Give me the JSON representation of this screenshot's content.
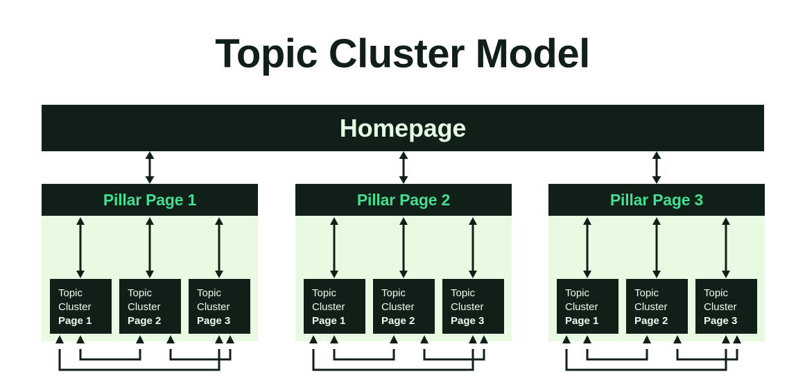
{
  "title": "Topic Cluster Model",
  "colors": {
    "dark": "#101f18",
    "panel_green": "#e8fbe2",
    "accent_green": "#45dd91",
    "light_text": "#eefaee",
    "page_bg": "#ffffff"
  },
  "homepage": {
    "label": "Homepage"
  },
  "clusters": [
    {
      "pillar_label": "Pillar Page 1",
      "topics": [
        {
          "line1": "Topic",
          "line2": "Cluster",
          "page": "Page 1"
        },
        {
          "line1": "Topic",
          "line2": "Cluster",
          "page": "Page 2"
        },
        {
          "line1": "Topic",
          "line2": "Cluster",
          "page": "Page 3"
        }
      ]
    },
    {
      "pillar_label": "Pillar Page 2",
      "topics": [
        {
          "line1": "Topic",
          "line2": "Cluster",
          "page": "Page 1"
        },
        {
          "line1": "Topic",
          "line2": "Cluster",
          "page": "Page 2"
        },
        {
          "line1": "Topic",
          "line2": "Cluster",
          "page": "Page 3"
        }
      ]
    },
    {
      "pillar_label": "Pillar Page 3",
      "topics": [
        {
          "line1": "Topic",
          "line2": "Cluster",
          "page": "Page 1"
        },
        {
          "line1": "Topic",
          "line2": "Cluster",
          "page": "Page 2"
        },
        {
          "line1": "Topic",
          "line2": "Cluster",
          "page": "Page 3"
        }
      ]
    }
  ],
  "connectors": {
    "homepage_to_pillar": "double-headed-vertical-arrow",
    "pillar_to_topic": "double-headed-vertical-arrow",
    "topic_to_topic": "u-shaped-arrow"
  }
}
